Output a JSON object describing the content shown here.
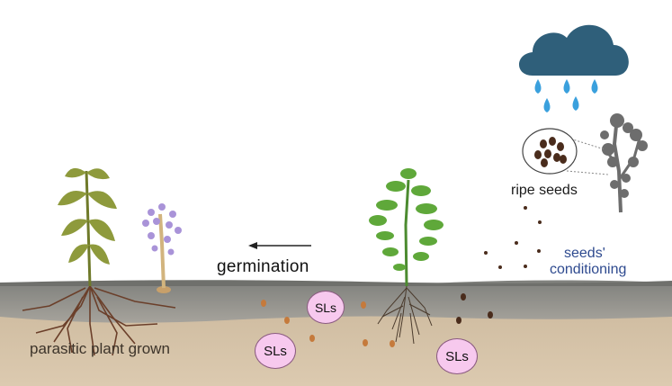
{
  "labels": {
    "ripe_seeds": "ripe seeds",
    "conditioning_line1": "seeds'",
    "conditioning_line2": "conditioning",
    "germination": "germination",
    "parasitic_grown": "parasitic plant grown"
  },
  "signals": [
    "SLs",
    "SLs",
    "SLs"
  ],
  "colors": {
    "cloud": "#2f5f7a",
    "rain": "#3aa0dd",
    "soil_top": "#8e8e8a",
    "soil": "#d6c3a6",
    "tomato_leaf": "#5fa83a",
    "parasite_leaf": "#8e9a3c",
    "broomrape_flower": "#a993d8",
    "seed": "#4a2c1c",
    "sl_fill": "#f7c9ee",
    "conditioning_text": "#2e4a8f"
  },
  "icons": [
    "rain-cloud-icon",
    "raindrop-icon",
    "seed-capsule-icon",
    "dry-parasitic-plant-icon",
    "tomato-host-plant-icon",
    "wilted-plant-icon",
    "broomrape-flower-icon",
    "arrow-left-icon"
  ]
}
